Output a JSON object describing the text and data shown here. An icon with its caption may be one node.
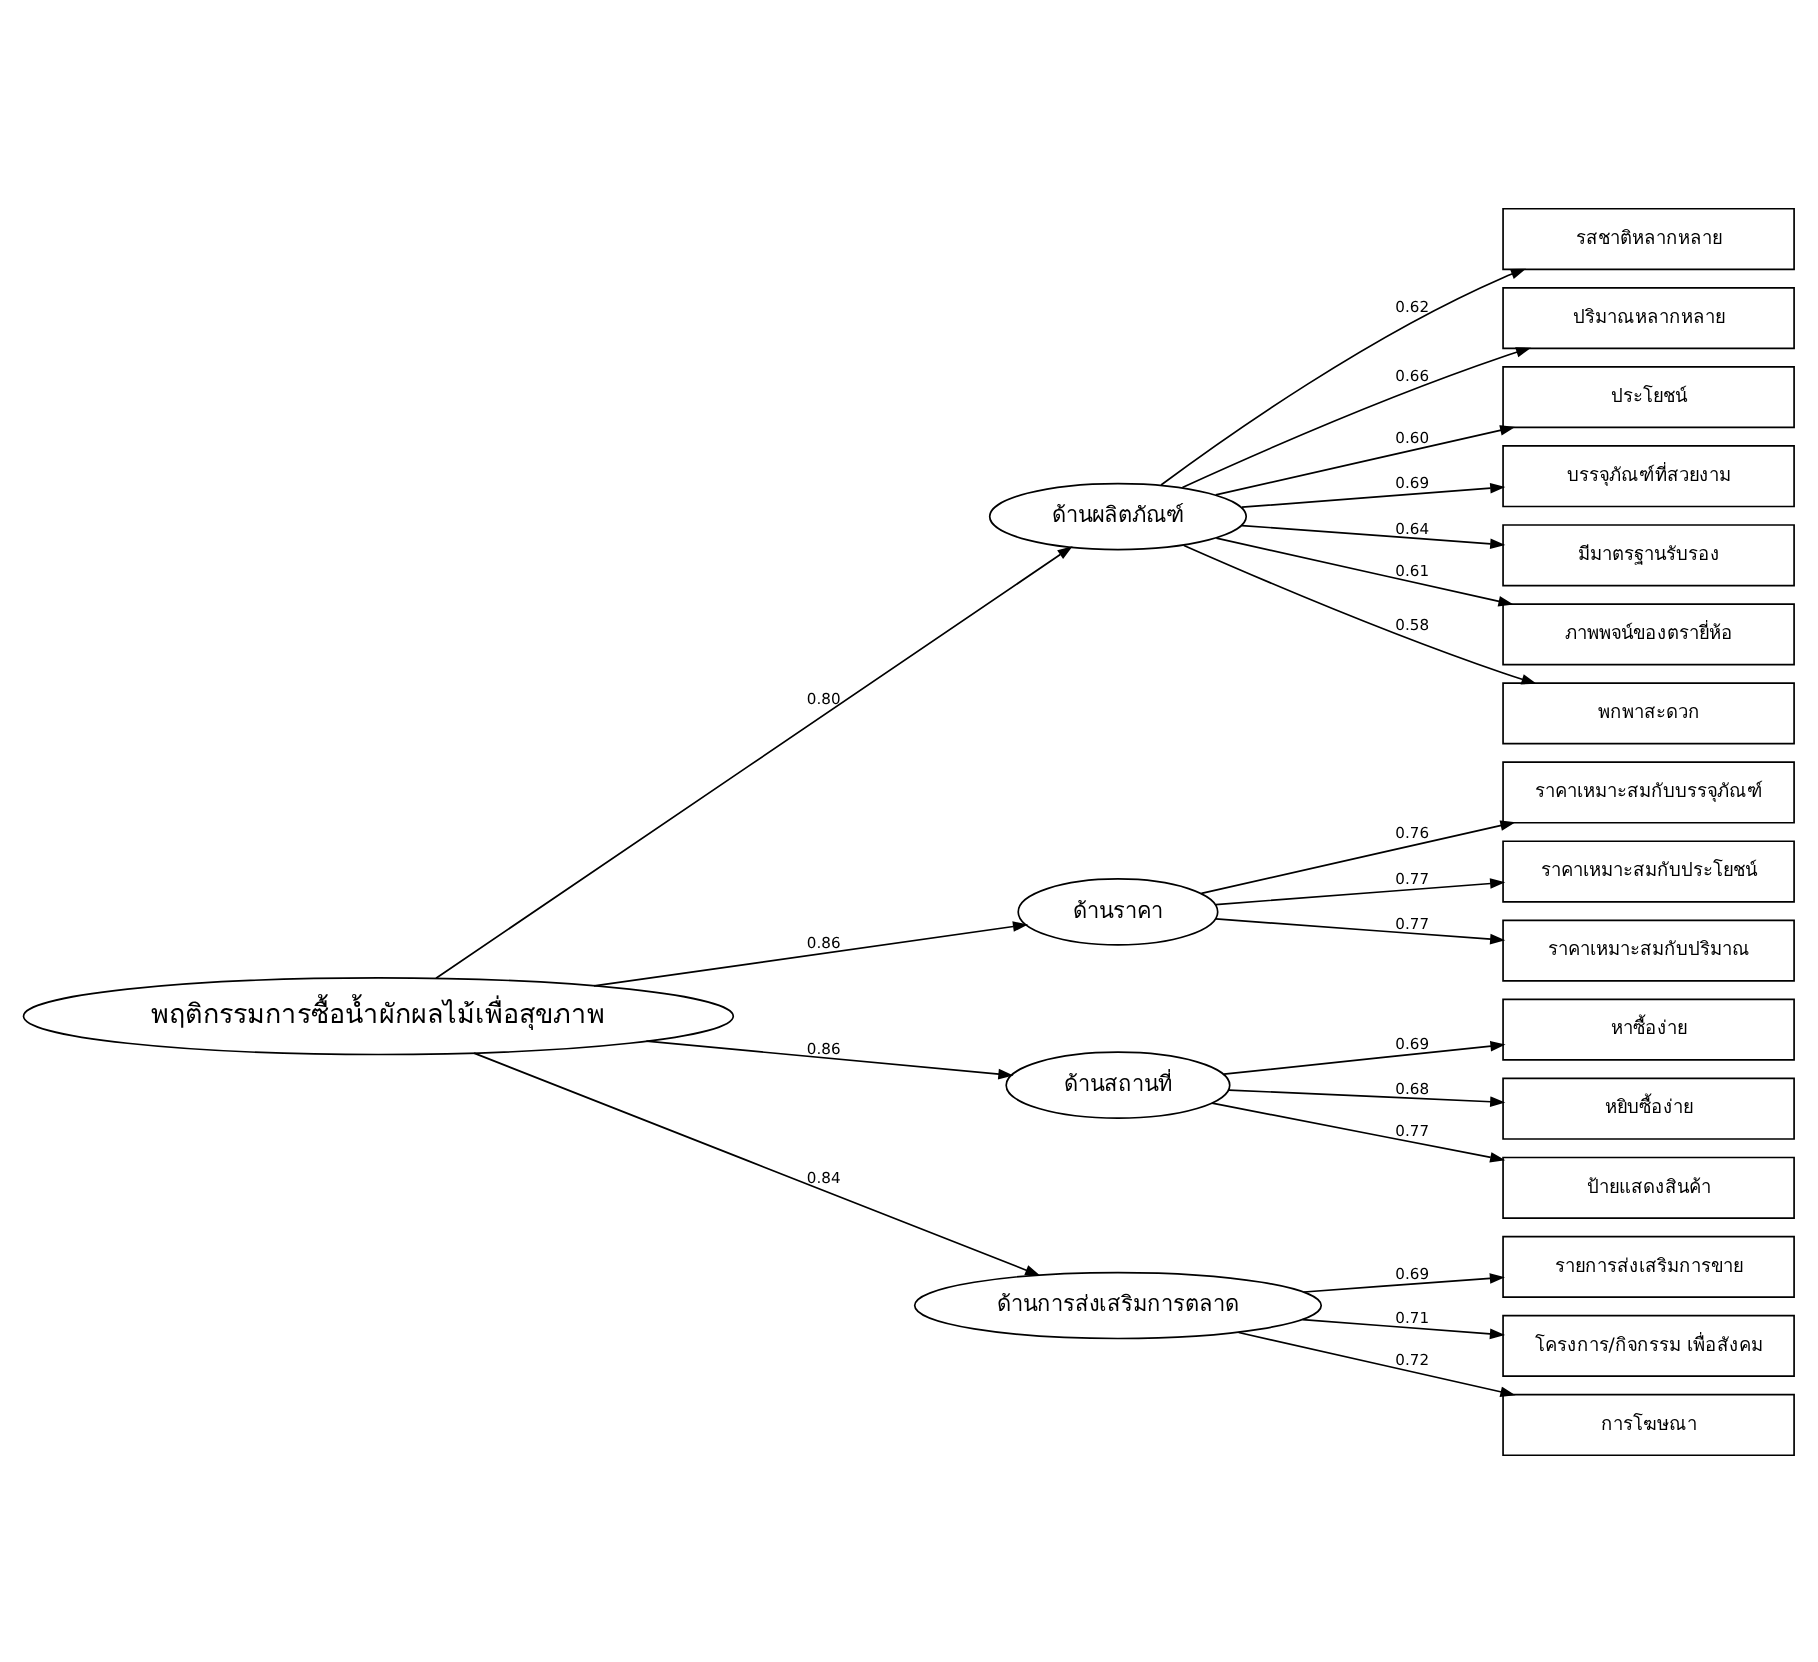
{
  "diagram": {
    "nodes": [
      {
        "text": [
          "พฤติกรรมการซื้อน้ำผักผลไม้เพื่อสุขภาพ"
        ]
      },
      {
        "text": [
          "ด้านผลิตภัณฑ์"
        ]
      },
      {
        "text": [
          "ด้านราคา"
        ]
      },
      {
        "text": [
          "ด้านสถานที่"
        ]
      },
      {
        "text": [
          "ด้านการส่งเสริมการตลาด"
        ]
      },
      {
        "text": [
          "รสชาติหลากหลาย"
        ]
      },
      {
        "text": [
          "ปริมาณหลากหลาย"
        ]
      },
      {
        "text": [
          "ประโยชน์"
        ]
      },
      {
        "text": [
          "บรรจุภัณฑ์ที่สวยงาม"
        ]
      },
      {
        "text": [
          "มีมาตรฐานรับรอง"
        ]
      },
      {
        "text": [
          "ภาพพจน์ของตรายี่ห้อ"
        ]
      },
      {
        "text": [
          "พกพาสะดวก"
        ]
      },
      {
        "text": [
          "ราคาเหมาะสมกับบรรจุภัณฑ์"
        ]
      },
      {
        "text": [
          "ราคาเหมาะสมกับประโยชน์"
        ]
      },
      {
        "text": [
          "ราคาเหมาะสมกับปริมาณ"
        ]
      },
      {
        "text": [
          "หาซื้อง่าย"
        ]
      },
      {
        "text": [
          "หยิบซื้อง่าย"
        ]
      },
      {
        "text": [
          "ป้ายแสดงสินค้า"
        ]
      },
      {
        "text": [
          "รายการส่งเสริมการขาย"
        ]
      },
      {
        "text": [
          "โครงการ/กิจกรรม เพื่อสังคม"
        ]
      },
      {
        "text": [
          "การโฆษณา"
        ]
      }
    ],
    "edges": [
      {
        "from": 0,
        "to": 1,
        "arrow": "to",
        "label": "0.80"
      },
      {
        "from": 0,
        "to": 2,
        "arrow": "to",
        "label": "0.86"
      },
      {
        "from": 0,
        "to": 3,
        "arrow": "to",
        "label": "0.86"
      },
      {
        "from": 0,
        "to": 4,
        "arrow": "to",
        "label": "0.84"
      },
      {
        "from": 1,
        "to": 5,
        "arrow": "to",
        "label": "0.62"
      },
      {
        "from": 1,
        "to": 6,
        "arrow": "to",
        "label": "0.66"
      },
      {
        "from": 1,
        "to": 7,
        "arrow": "to",
        "label": "0.60"
      },
      {
        "from": 1,
        "to": 8,
        "arrow": "to",
        "label": "0.69"
      },
      {
        "from": 1,
        "to": 9,
        "arrow": "to",
        "label": "0.64"
      },
      {
        "from": 1,
        "to": 10,
        "arrow": "to",
        "label": "0.61"
      },
      {
        "from": 1,
        "to": 11,
        "arrow": "to",
        "label": "0.58"
      },
      {
        "from": 2,
        "to": 12,
        "arrow": "to",
        "label": "0.76"
      },
      {
        "from": 2,
        "to": 13,
        "arrow": "to",
        "label": "0.77"
      },
      {
        "from": 2,
        "to": 14,
        "arrow": "to",
        "label": "0.77"
      },
      {
        "from": 3,
        "to": 15,
        "arrow": "to",
        "label": "0.69"
      },
      {
        "from": 3,
        "to": 16,
        "arrow": "to",
        "label": "0.68"
      },
      {
        "from": 3,
        "to": 17,
        "arrow": "to",
        "label": "0.77"
      },
      {
        "from": 4,
        "to": 18,
        "arrow": "to",
        "label": "0.69"
      },
      {
        "from": 4,
        "to": 19,
        "arrow": "to",
        "label": "0.71"
      },
      {
        "from": 4,
        "to": 20,
        "arrow": "to",
        "label": "0.72"
      }
    ]
  }
}
